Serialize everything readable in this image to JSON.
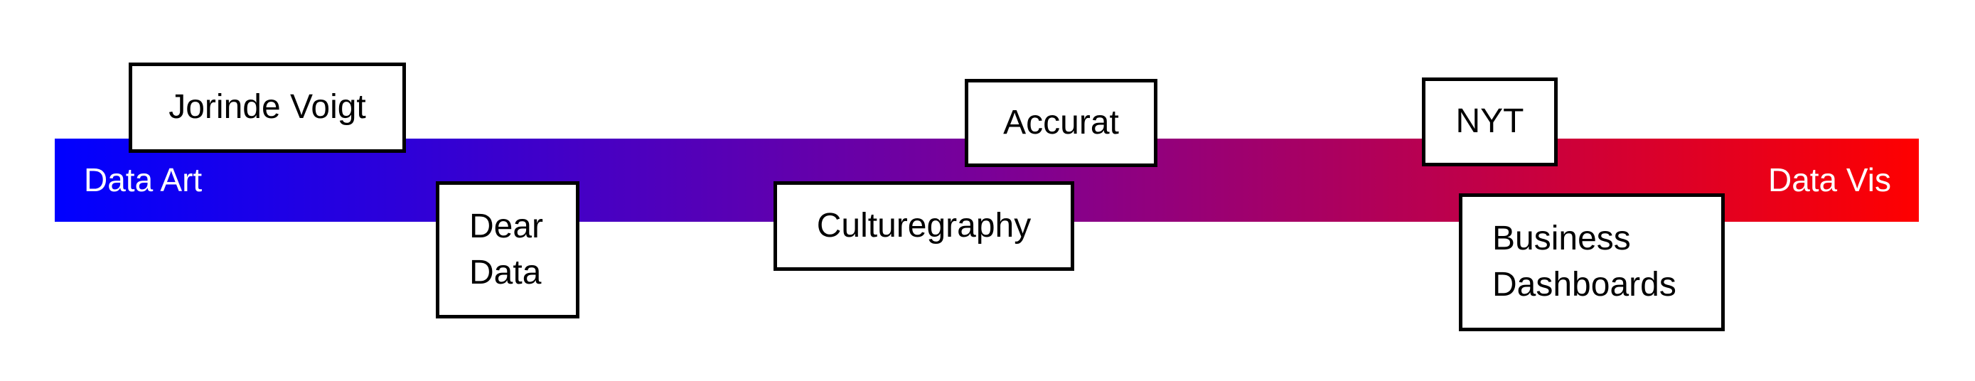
{
  "spectrum": {
    "left_label": "Data Art",
    "right_label": "Data Vis",
    "start_color": "#0000ff",
    "end_color": "#ff0000"
  },
  "nodes": [
    {
      "id": "jorinde-voigt",
      "label": "Jorinde Voigt"
    },
    {
      "id": "dear-data",
      "label": "Dear\nData"
    },
    {
      "id": "culturegraphy",
      "label": "Culturegraphy"
    },
    {
      "id": "accurat",
      "label": "Accurat"
    },
    {
      "id": "nyt",
      "label": "NYT"
    },
    {
      "id": "business-dashboards",
      "label": "Business\nDashboards"
    }
  ]
}
